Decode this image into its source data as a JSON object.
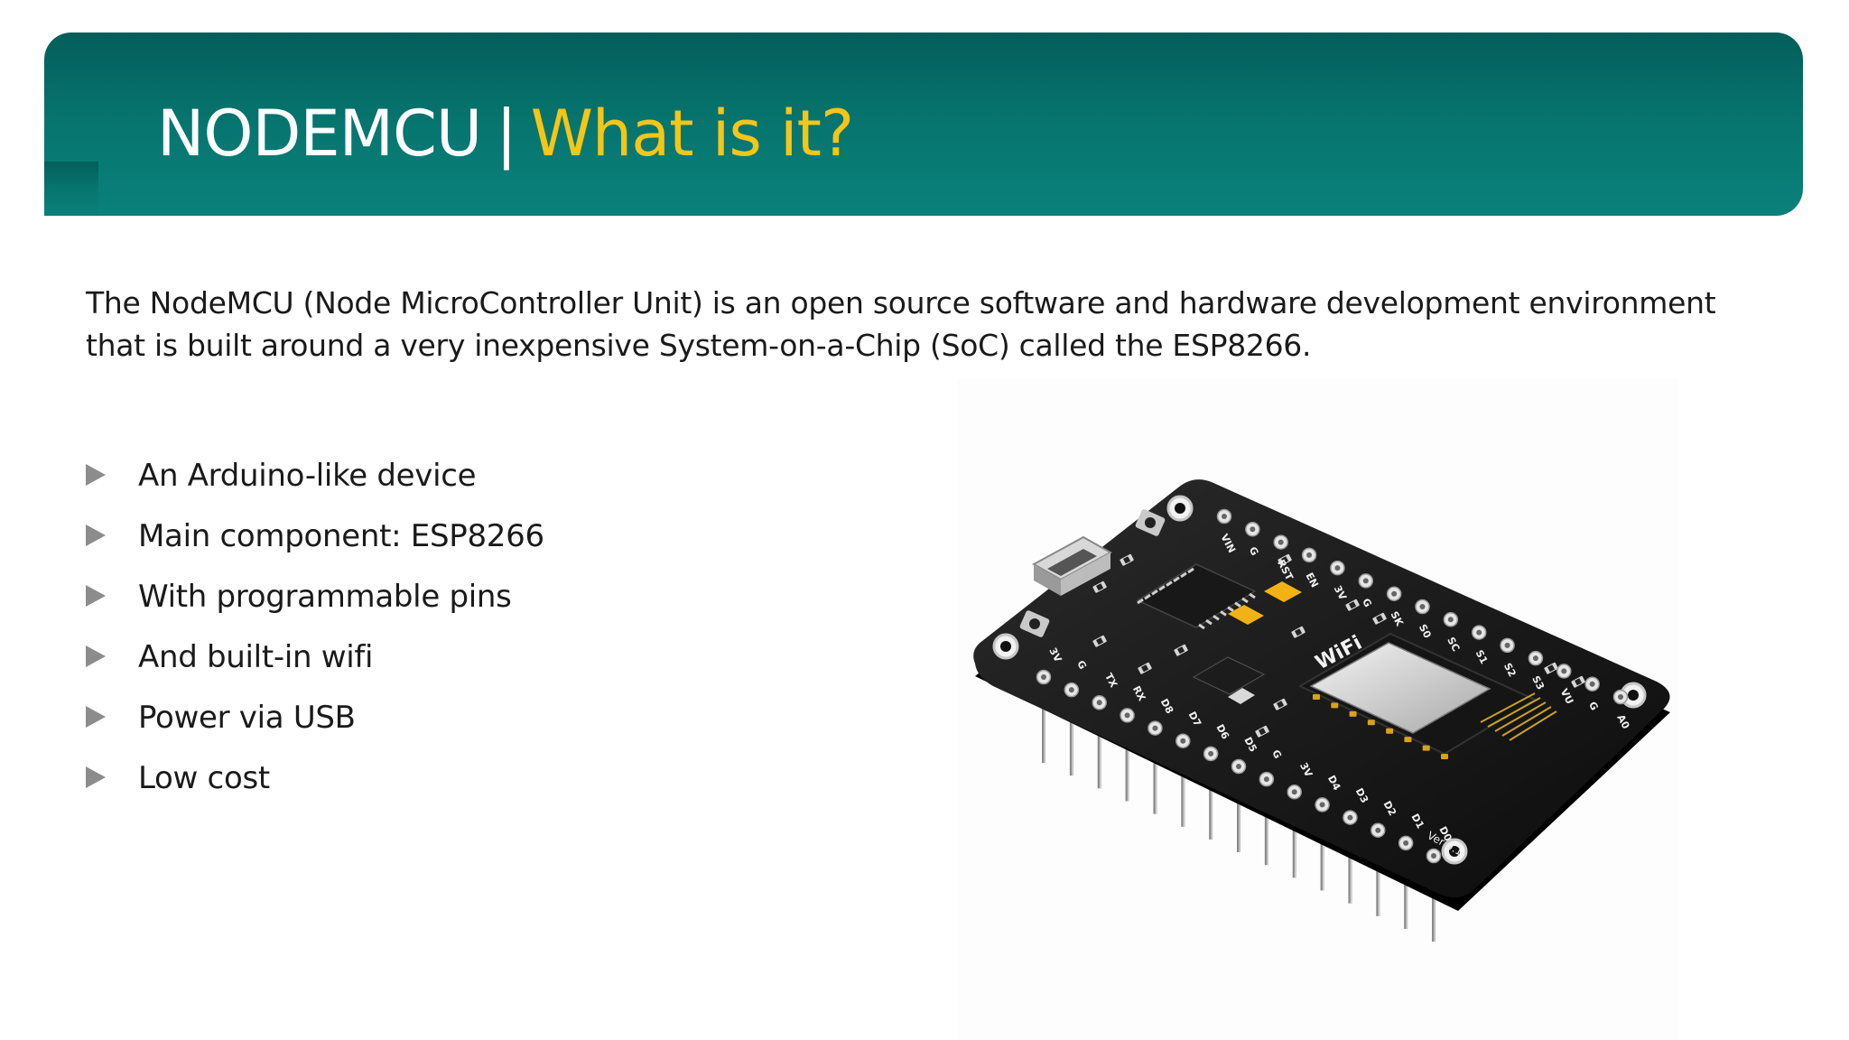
{
  "slide": {
    "title_main": "NODEMCU",
    "title_separator": "|",
    "title_sub": "What is it?",
    "intro": "The NodeMCU (Node MicroController Unit) is an open source software and hardware development environment that is built around a very inexpensive System-on-a-Chip (SoC) called the ESP8266.",
    "bullets": [
      {
        "label": "An Arduino-like device"
      },
      {
        "label": "Main component: ESP8266"
      },
      {
        "label": "With programmable pins"
      },
      {
        "label": "And built-in wifi"
      },
      {
        "label": "Power via USB"
      },
      {
        "label": "Low cost"
      }
    ],
    "board": {
      "top_pin_labels": [
        "VIN",
        "G",
        "RST",
        "EN",
        "3V",
        "G",
        "SK",
        "S0",
        "SC",
        "S1",
        "S2",
        "S3",
        "VU",
        "G",
        "A0"
      ],
      "bottom_pin_labels": [
        "3V",
        "G",
        "TX",
        "RX",
        "D8",
        "D7",
        "D6",
        "D5",
        "G",
        "3V",
        "D4",
        "D3",
        "D2",
        "D1",
        "D0"
      ],
      "module_label": "WiFi",
      "version_label": "Ver 0.1"
    }
  },
  "colors": {
    "header_dark": "#035e5a",
    "header_light": "#0a817b",
    "title_white": "#ffffff",
    "title_accent": "#f5c518",
    "text": "#1a1a1a",
    "bullet_arrow": "#8c8c8c"
  }
}
